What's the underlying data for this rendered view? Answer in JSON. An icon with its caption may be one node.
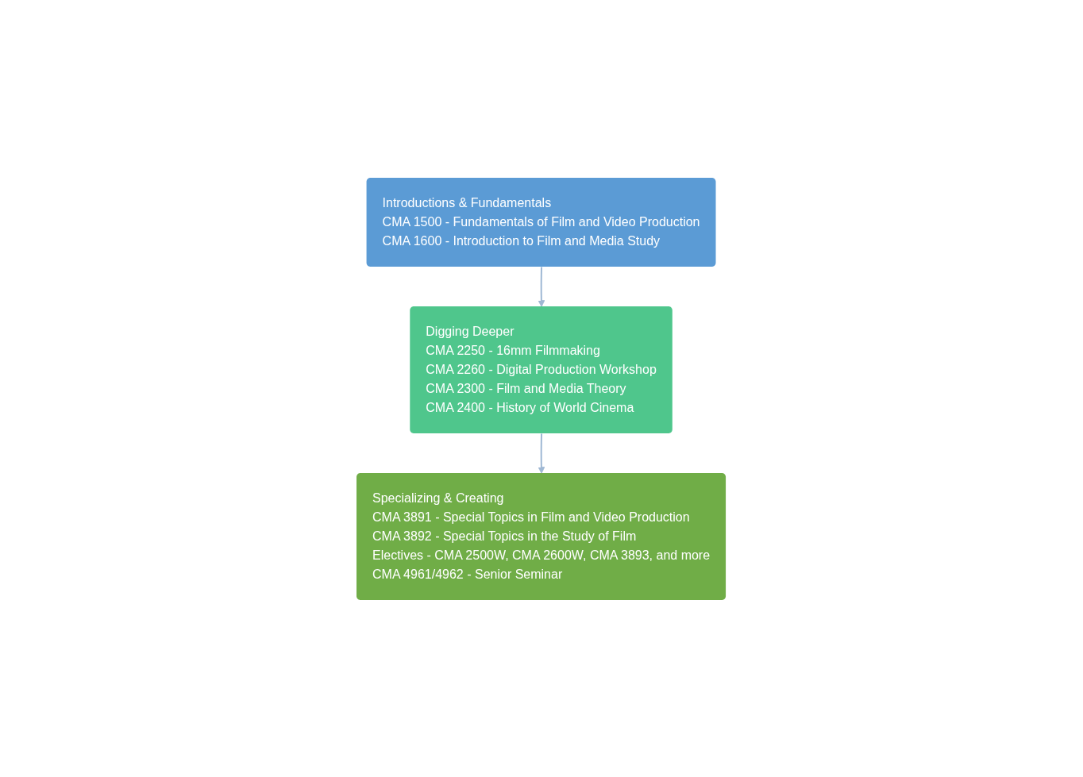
{
  "diagram": {
    "nodes": [
      {
        "text": [
          "Introductions & Fundamentals",
          "CMA 1500 - Fundamentals of Film and Video Production",
          "CMA 1600 - Introduction to Film and Media Study"
        ]
      },
      {
        "text": [
          "Digging Deeper",
          "CMA 2250 - 16mm Filmmaking",
          "CMA 2260 - Digital Production Workshop",
          "CMA 2300 - Film and Media Theory",
          "CMA 2400 - History of World Cinema"
        ]
      },
      {
        "text": [
          "Specializing & Creating",
          "CMA 3891 - Special Topics in Film and Video Production",
          "CMA 3892 - Special Topics in the Study of Film",
          "Electives - CMA 2500W, CMA 2600W, CMA 3893, and more",
          "CMA 4961/4962 - Senior Seminar"
        ]
      }
    ],
    "edges": [
      {
        "from": 0,
        "to": 1,
        "arrow": "to"
      },
      {
        "from": 1,
        "to": 2,
        "arrow": "to"
      }
    ]
  }
}
